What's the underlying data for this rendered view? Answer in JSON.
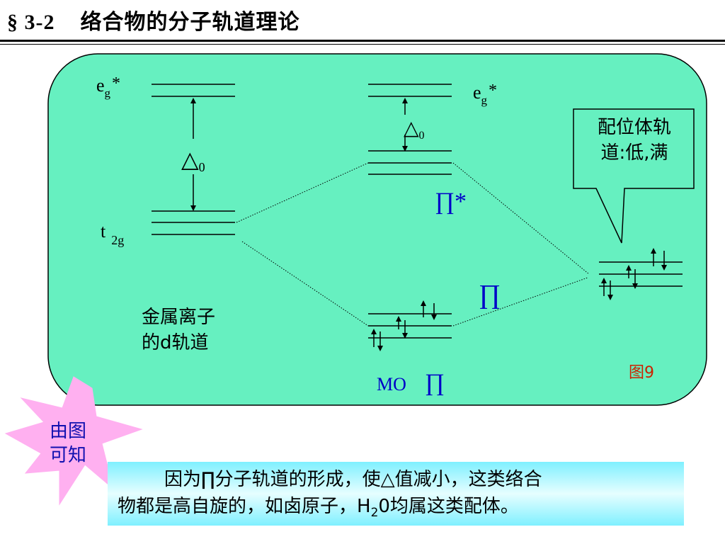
{
  "title": {
    "section": "§ 3-2",
    "text": "络合物的分子轨道理论"
  },
  "diagram": {
    "left": {
      "eg_main": "e",
      "eg_sub": "g",
      "eg_sup": "*",
      "delta": "△",
      "delta_sub": "0",
      "t2g_main": "t",
      "t2g_sub": "2g",
      "caption_line1": "金属离子",
      "caption_line2": "的d轨道"
    },
    "middle": {
      "eg_main": "e",
      "eg_sub": "g",
      "eg_sup": "*",
      "delta": "△",
      "delta_sub": "0",
      "pi_star": "∏*",
      "pi": "∏",
      "mo_label": "MO",
      "mo_pi": "∏"
    },
    "callout": {
      "line1": "配位体轨",
      "line2": "道:低,满"
    },
    "figure_label": "图9",
    "panel_color": "#66f0c0",
    "figure_label_color": "#cc2200"
  },
  "star": {
    "line1": "由图",
    "line2": "可知",
    "color": "#ffb0f0"
  },
  "summary": {
    "line1": "因为∏分子轨道的形成，使△值减小，这类络合",
    "line2_a": "物都是高自旋的，如卤原子，H",
    "line2_sub": "2",
    "line2_b": "0均属这类配体。"
  }
}
